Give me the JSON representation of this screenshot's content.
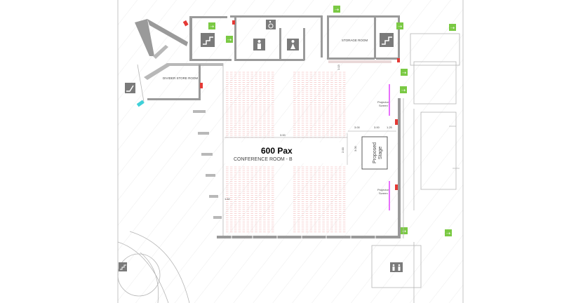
{
  "venue": {
    "capacity": "600 Pax",
    "room_name": "CONFERENCE ROOM - B"
  },
  "rooms": {
    "divider_store": "DIVIDER STORE ROOM",
    "storage": "STORAGE ROOM"
  },
  "stage": {
    "label_line1": "Proposed",
    "label_line2": "Stage"
  },
  "screens": [
    {
      "line1": "Projector",
      "line2": "Screen"
    },
    {
      "line1": "Projector",
      "line2": "Screen"
    }
  ],
  "dimensions": {
    "aisle_width": "3.00",
    "stage_clear_1": "3.00",
    "stage_clear_2": "3.00",
    "stage_clear_3": "1.25",
    "vertical_1": "2.00",
    "vertical_2": "3.00",
    "top_dim": "1.13",
    "side_dim": "1.62"
  },
  "colors": {
    "wall": "#9a9a9a",
    "seat": "#f3b8b8",
    "exit_sign": "#7ac943",
    "screen_line": "#e040fb",
    "fire_equipment": "#e53935"
  },
  "icons": [
    "exit-sign-icon",
    "stairs-icon",
    "toilet-icon",
    "wheelchair-icon",
    "fire-extinguisher-icon",
    "escalator-icon",
    "lift-icon"
  ]
}
